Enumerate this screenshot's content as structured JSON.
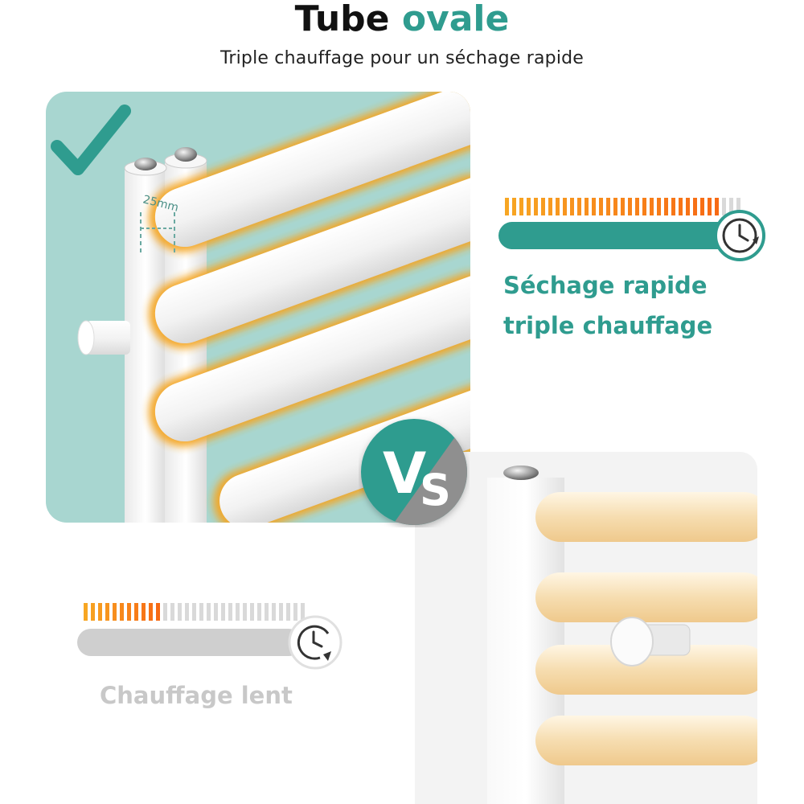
{
  "header": {
    "title_word1": "Tube",
    "title_word2": "ovale",
    "subtitle": "Triple chauffage pour un séchage rapide"
  },
  "oval_panel": {
    "check_icon": "check-icon",
    "tube_size_label": "25mm",
    "colors": {
      "background": "#a8d6d0",
      "accent": "#2f9c8f",
      "glow": "#f5a623"
    }
  },
  "vs_badge": {
    "label_v": "V",
    "label_s": "S"
  },
  "fast": {
    "line1": "Séchage rapide",
    "line2": "triple chauffage",
    "progress": 0.91,
    "icon": "clock-icon"
  },
  "slow": {
    "label": "Chauffage lent",
    "progress": 0.35,
    "icon": "clock-icon"
  }
}
